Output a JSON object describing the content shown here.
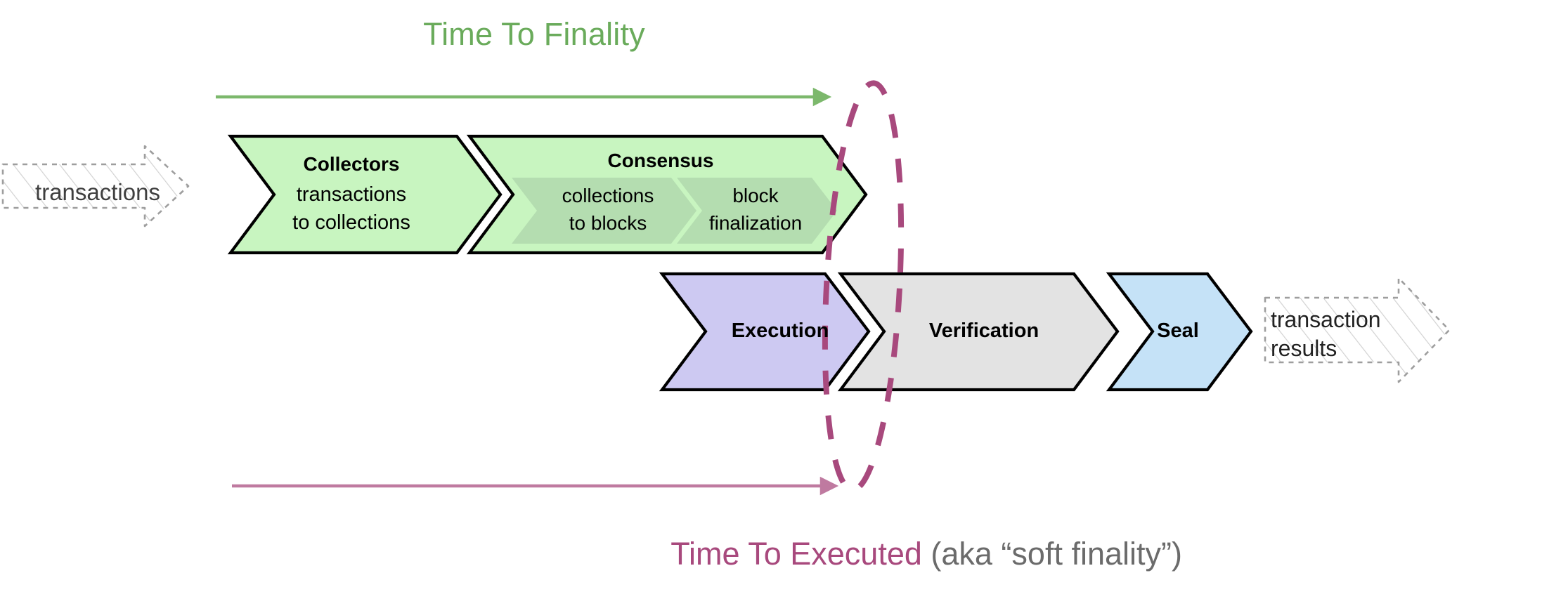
{
  "diagram": {
    "title_top": "Time To Finality",
    "bottom_label_main": "Time To Executed",
    "bottom_label_sub": "(aka “soft finality”)",
    "colors": {
      "green_accent": "#6aab5b",
      "purple_accent": "#a8497d",
      "stage_green_fill": "#c8f5c0",
      "stage_green_inner_fill": "#b4ddb0",
      "stage_purple_fill": "#cdc9f2",
      "stage_gray_fill": "#e3e3e3",
      "stage_blue_fill": "#c5e2f7",
      "stroke": "#000000",
      "ghost_outline": "#9e9e9e",
      "ghost_text": "#3f3f3f"
    },
    "input_arrow": {
      "label": "transactions"
    },
    "output_arrow": {
      "label_line1": "transaction",
      "label_line2": "results"
    },
    "top_row": [
      {
        "id": "collectors",
        "title": "Collectors",
        "sub_line1": "transactions",
        "sub_line2": "to collections",
        "fill": "#c8f5c0"
      },
      {
        "id": "consensus",
        "title": "Consensus",
        "fill": "#c8f5c0",
        "inner_stages": [
          {
            "id": "collections-to-blocks",
            "line1": "collections",
            "line2": "to blocks"
          },
          {
            "id": "block-finalization",
            "line1": "block",
            "line2": "finalization"
          }
        ]
      }
    ],
    "bottom_row": [
      {
        "id": "execution",
        "title": "Execution",
        "fill": "#cdc9f2"
      },
      {
        "id": "verification",
        "title": "Verification",
        "fill": "#e3e3e3"
      },
      {
        "id": "seal",
        "title": "Seal",
        "fill": "#c5e2f7"
      }
    ],
    "finality_marker": {
      "name": "finality-boundary-ellipse",
      "color": "#a8497d"
    }
  }
}
